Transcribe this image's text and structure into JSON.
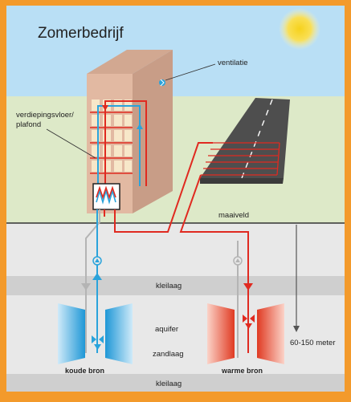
{
  "title": "Zomerbedrijf",
  "labels": {
    "ventilation": "ventilatie",
    "floor_ceiling_line1": "verdiepingsvloer/",
    "floor_ceiling_line2": "plafond",
    "ground_level": "maaiveld",
    "clay_layer_top": "kleilaag",
    "aquifer": "aquifer",
    "sand_layer": "zandlaag",
    "clay_layer_bottom": "kleilaag",
    "depth": "60-150 meter",
    "cold_source": "koude bron",
    "warm_source": "warme bron"
  },
  "colors": {
    "border": "#f39a2b",
    "sky": "#b9dff5",
    "grass": "#dde9c8",
    "ground": "#e8e8e8",
    "clay": "#cfcfcf",
    "building_front": "#e2b9a2",
    "building_side": "#c89d87",
    "window": "#f7e7c9",
    "warm_pipe": "#e02a20",
    "cold_pipe": "#2aa3db",
    "inactive_pipe": "#b4b4b4",
    "sun": "#f6d53a",
    "road": "#4e4e4e"
  }
}
